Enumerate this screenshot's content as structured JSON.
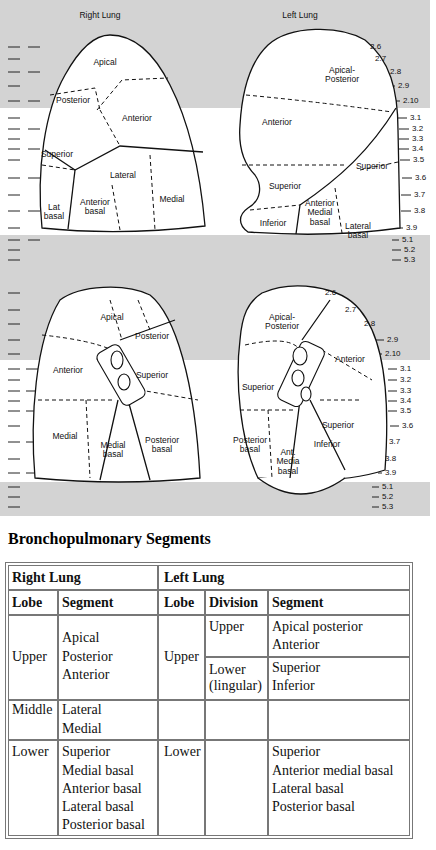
{
  "diagram": {
    "title": "Bronchopulmonary Segments",
    "labels": [
      "Right Lung",
      "Left Lung",
      "2.6",
      "2.7",
      "2.8",
      "2.9",
      "2.10",
      "Apical",
      "Apical-Posterior",
      "Posterior",
      "Anterior",
      "Anterior",
      "3.1",
      "3.2",
      "3.3",
      "3.4",
      "3.5",
      "Superior",
      "Superior",
      "3.6",
      "Lateral",
      "Superior",
      "3.7",
      "Medial",
      "Lat basal",
      "Anterior basal",
      "Anterior Medial basal",
      "3.8",
      "Inferior",
      "Lateral basal",
      "3.9",
      "5.1",
      "5.2",
      "5.3",
      "2.6",
      "2.7",
      "Apical",
      "Apical-Posterior",
      "2.8",
      "Posterior",
      "2.9",
      "2.10",
      "Anterior",
      "Anterior",
      "Superior",
      "3.1",
      "3.2",
      "3.3",
      "3.4",
      "3.5",
      "Superior",
      "3.6",
      "Superior",
      "Medial",
      "3.7",
      "Posterior basal",
      "Medial basal",
      "Posterior basal",
      "Inferior",
      "Ant. Media basal",
      "3.8",
      "3.9",
      "5.1",
      "5.2",
      "5.3",
      "Right Lung",
      "Left Lung",
      "Lobe",
      "Segment",
      "Lobe",
      "Division",
      "Segment",
      "Upper",
      "Apical",
      "Posterior",
      "Anterior",
      "Upper",
      "Upper",
      "Apical posterior",
      "Anterior",
      "Lower (lingular)",
      "Superior",
      "Inferior",
      "Middle",
      "Lateral",
      "Medial",
      "Lower",
      "Superior",
      "Medial basal",
      "Anterior basal",
      "Lateral basal",
      "Posterior basal",
      "Lower",
      "Superior",
      "Anterior medial basal",
      "Lateral basal",
      "Posterior basal"
    ]
  }
}
